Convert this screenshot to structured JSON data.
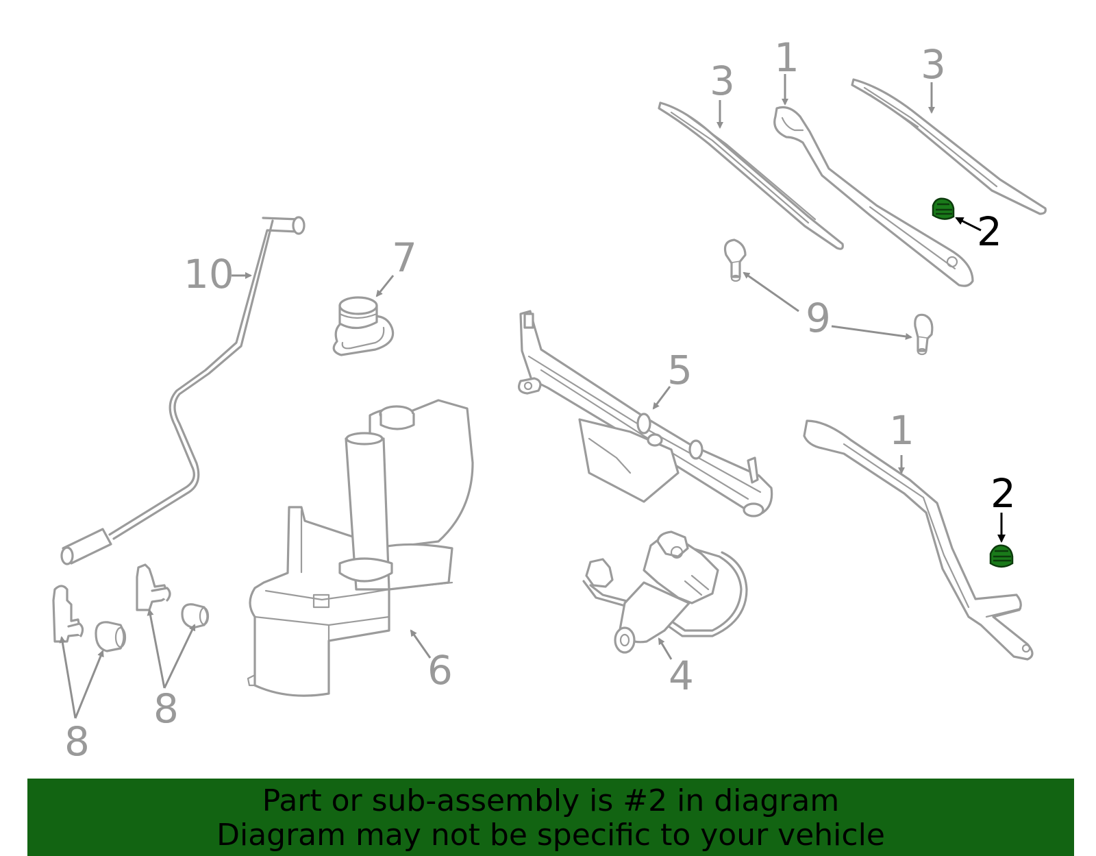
{
  "diagram": {
    "callouts": {
      "l10": "10",
      "l7": "7",
      "l3a": "3",
      "l1a": "1",
      "l3b": "3",
      "l2a": "2",
      "l9": "9",
      "l5": "5",
      "l1b": "1",
      "l2b": "2",
      "l6": "6",
      "l4": "4",
      "l8a": "8",
      "l8b": "8"
    },
    "highlight_part": "2",
    "highlight_color": "#1a7a1a",
    "part_line_color": "#9b9b9b"
  },
  "banner": {
    "line1": "Part or sub-assembly is #2 in diagram",
    "line2": "Diagram may not be specific to your vehicle",
    "background": "#126412"
  }
}
